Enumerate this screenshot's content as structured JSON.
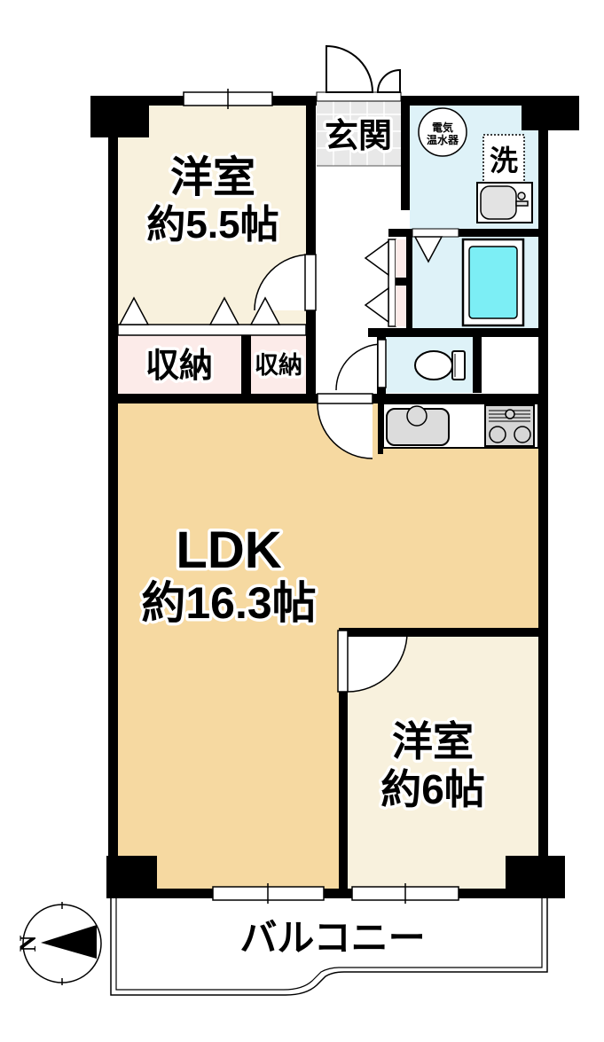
{
  "floor_plan": {
    "rooms": {
      "western_room_top": {
        "name": "洋室",
        "size": "約5.5帖"
      },
      "closet_large": {
        "label": "収納"
      },
      "closet_small": {
        "label": "収納"
      },
      "entrance": {
        "label": "玄関"
      },
      "washroom": {
        "water_heater_line1": "電気",
        "water_heater_line2": "温水器",
        "laundry_label": "洗"
      },
      "ldk": {
        "name": "LDK",
        "size": "約16.3帖"
      },
      "western_room_bottom": {
        "name": "洋室",
        "size": "約6帖"
      },
      "balcony": {
        "label": "バルコニー"
      }
    },
    "compass": {
      "north_label": "N"
    },
    "colors": {
      "wall": "#000000",
      "western_room_floor": "#f8f1dd",
      "ldk_floor": "#f6d9a1",
      "closet_pink": "#fcebe9",
      "wet_area_blue": "#def2f8",
      "bathtub_cyan": "#7ceef5",
      "entrance_tile": "#e8e8e8",
      "fixture_grey": "#dcdcdc"
    }
  }
}
